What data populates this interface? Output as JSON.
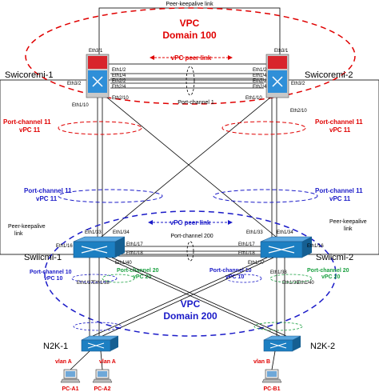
{
  "colors": {
    "red": "#e00000",
    "blue": "#1a1ac8",
    "green": "#1aa040",
    "switch_core": "#d8252c",
    "switch_access": "#1c7fc2",
    "box": "#000000"
  },
  "top": {
    "peer_keepalive": "Peer-keepalive link",
    "vpc_title": "VPC",
    "vpc_domain": "Domain 100",
    "vpc_peer_link": "vPC peer link",
    "port_channel": "Port-channel 1"
  },
  "core": {
    "left_name": "Swicoremi-1",
    "right_name": "Swicoremi-2",
    "left_ports": [
      "Eth3/1",
      "Eth1/2",
      "Eth1/4",
      "Eth2/2",
      "Eth2/4",
      "Eth3/2",
      "Eth1/10",
      "Eth2/10"
    ],
    "right_ports": [
      "Eth3/1",
      "Eth1/2",
      "Eth1/4",
      "Eth2/2",
      "Eth2/4",
      "Eth3/2",
      "Eth1/10",
      "Eth2/10"
    ],
    "left_pc_title": "Port-channel 11",
    "left_pc_vpc": "vPC 11",
    "right_pc_title": "Port-channel 11",
    "right_pc_vpc": "vPC 11"
  },
  "middle": {
    "left_pc_title": "Port-channel 11",
    "left_pc_vpc": "vPC 11",
    "right_pc_title": "Port-channel 11",
    "right_pc_vpc": "vPC 11",
    "left_keepalive_1": "Peer-keepalive",
    "left_keepalive_2": "link",
    "right_keepalive_1": "Peer-keepalive",
    "right_keepalive_2": "link",
    "vpc_peer_link": "vPC peer link",
    "port_channel": "Port-channel 200"
  },
  "access": {
    "left_name": "Swiicmi-1",
    "right_name": "Swiicmi-2",
    "left_ports": [
      "Eth1/33",
      "Eth1/34",
      "Eth1/16",
      "Eth1/17",
      "Eth1/18",
      "Eth1/40",
      "Eth1/37",
      "Eth1/38"
    ],
    "right_ports": [
      "Eth1/33",
      "Eth1/34",
      "Eth1/17",
      "Eth1/16",
      "Eth1/18",
      "Eth1/37",
      "Eth1/38",
      "Eth1/39",
      "Eth1/40"
    ],
    "left_pc10": "Port-channel 10",
    "left_vpc10": "vPC 10",
    "left_pc20": "Port-channel 20",
    "left_vpc20": "vPC 20",
    "right_pc10": "Port-channel 10",
    "right_vpc10": "vPC 10",
    "right_pc20": "Port-channel 20",
    "right_vpc20": "vPC 20",
    "vpc_title": "VPC",
    "vpc_domain": "Domain 200"
  },
  "fex": {
    "left_name": "N2K-1",
    "right_name": "N2K-2"
  },
  "hosts": {
    "vlan_a1": "vlan A",
    "vlan_a2": "vlan A",
    "vlan_b": "vlan B",
    "pc_a1": "PC-A1",
    "pc_a2": "PC-A2",
    "pc_b1": "PC-B1"
  }
}
